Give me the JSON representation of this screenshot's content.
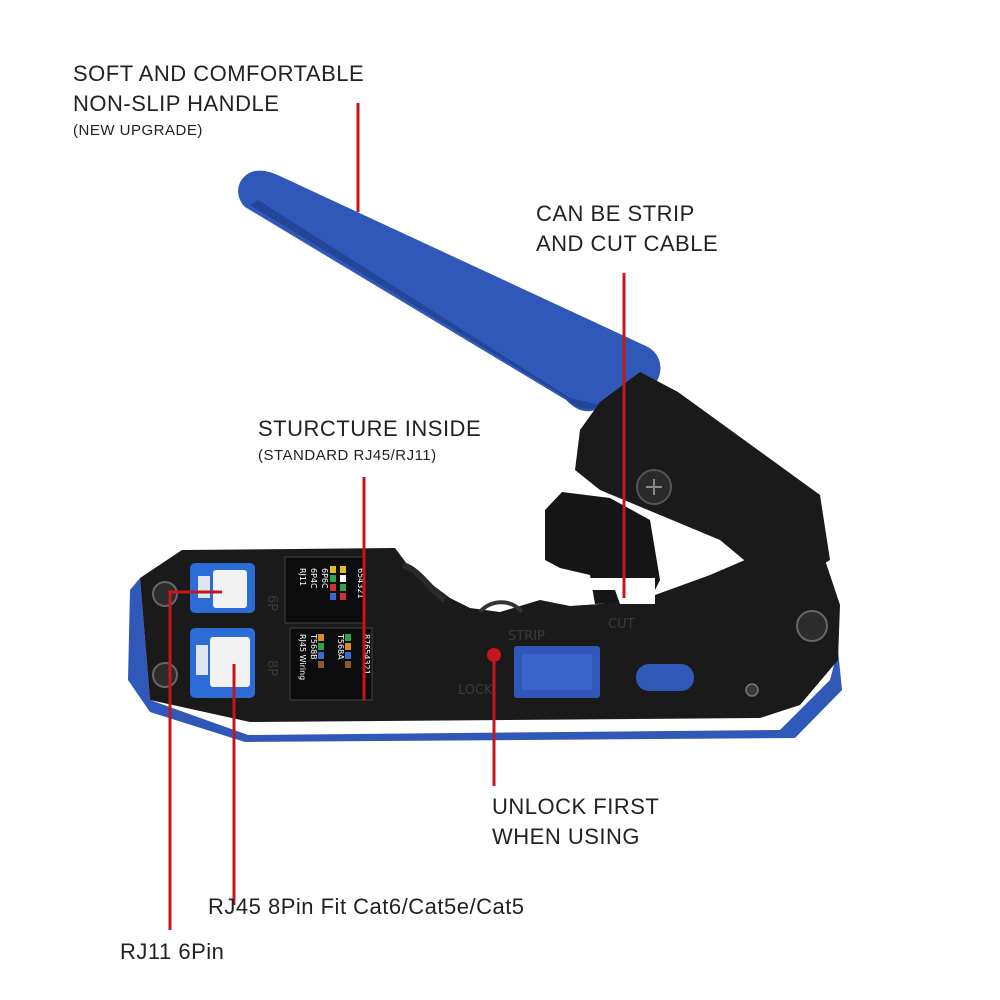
{
  "colors": {
    "background": "#ffffff",
    "handle_blue": "#2f58b8",
    "body_black": "#1a1a1a",
    "leader_red": "#c4161c",
    "label_text": "#222222"
  },
  "callouts": {
    "handle": {
      "line1": "SOFT AND COMFORTABLE",
      "line2": "NON-SLIP HANDLE",
      "note": "(NEW UPGRADE)"
    },
    "strip_cut": {
      "line1": "CAN BE STRIP",
      "line2": "AND CUT CABLE"
    },
    "structure": {
      "line1": "STURCTURE INSIDE",
      "note": "(STANDARD RJ45/RJ11)"
    },
    "unlock": {
      "line1": "UNLOCK FIRST",
      "line2": "WHEN USING"
    },
    "rj45": {
      "text": "RJ45 8Pin Fit Cat6/Cat5e/Cat5"
    },
    "rj11": {
      "text": "RJ11 6Pin"
    }
  },
  "tool_markings": {
    "port_top_code": "6P",
    "port_bottom_code": "8P",
    "rj11_sticker": {
      "title": "RJ11",
      "sub": "6P4C",
      "sub2": "6P6C",
      "pins": "654321"
    },
    "rj45_sticker": {
      "title": "RJ45 Wiring",
      "t568b": "T568B",
      "t568a": "T568A",
      "pins": "87654321"
    },
    "strip": "STRIP",
    "cut": "CUT",
    "lock": "LOCK"
  }
}
